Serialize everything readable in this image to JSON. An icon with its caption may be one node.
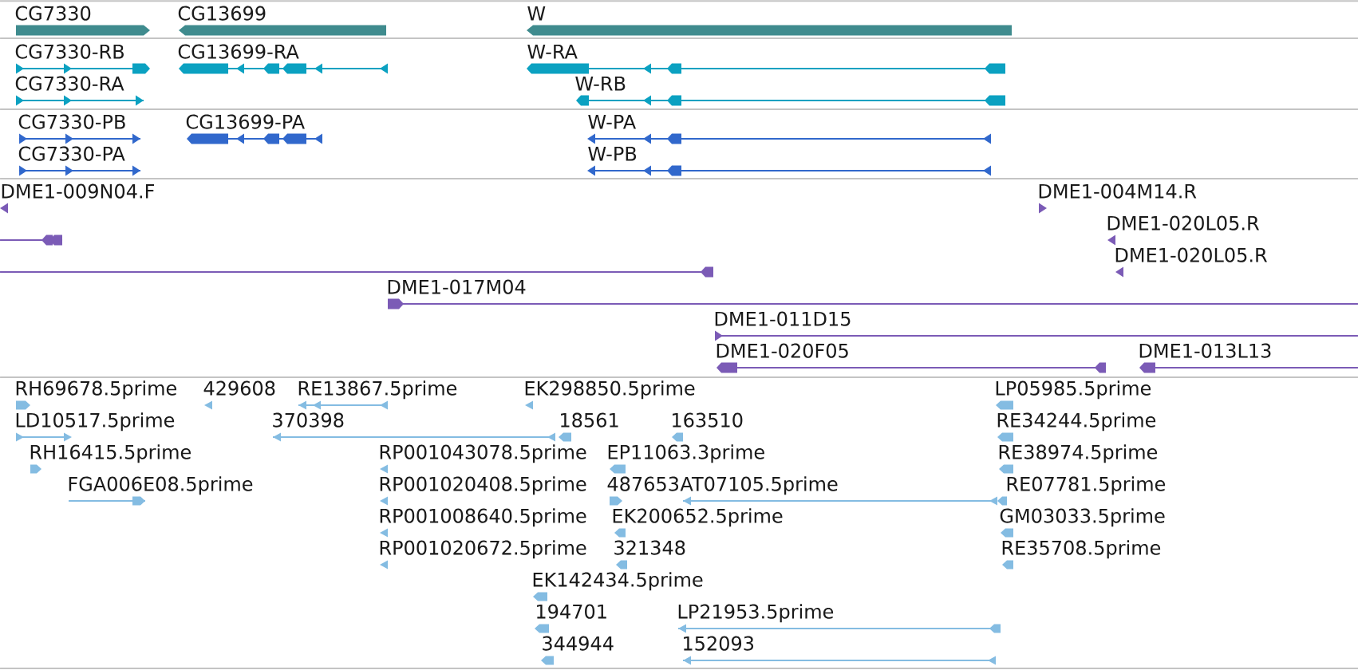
{
  "diagram": {
    "labels": [
      "CG7330",
      "CG13699",
      "W",
      "CG7330-RB",
      "CG13699-RA",
      "W-RA",
      "CG7330-RA",
      "W-RB",
      "CG7330-PB",
      "CG13699-PA",
      "W-PA",
      "CG7330-PA",
      "W-PB",
      "DME1-009N04.F",
      "DME1-004M14.R",
      "DME1-020L05.R",
      "DME1-020L05.R",
      "DME1-017M04",
      "DME1-011D15",
      "DME1-020F05",
      "DME1-013L13",
      "RH69678.5prime",
      "429608",
      "RE13867.5prime",
      "EK298850.5prime",
      "LP05985.5prime",
      "LD10517.5prime",
      "370398",
      "18561",
      "163510",
      "RE34244.5prime",
      "RH16415.5prime",
      "RP001043078.5prime",
      "EP11063.3prime",
      "RE38974.5prime",
      "FGA006E08.5prime",
      "RP001020408.5prime",
      "487653",
      "AT07105.5prime",
      "RE07781.5prime",
      "RP001008640.5prime",
      "EK200652.5prime",
      "GM03033.5prime",
      "RP001020672.5prime",
      "321348",
      "RE35708.5prime",
      "EK142434.5prime",
      "194701",
      "LP21953.5prime",
      "344944",
      "152093"
    ]
  }
}
